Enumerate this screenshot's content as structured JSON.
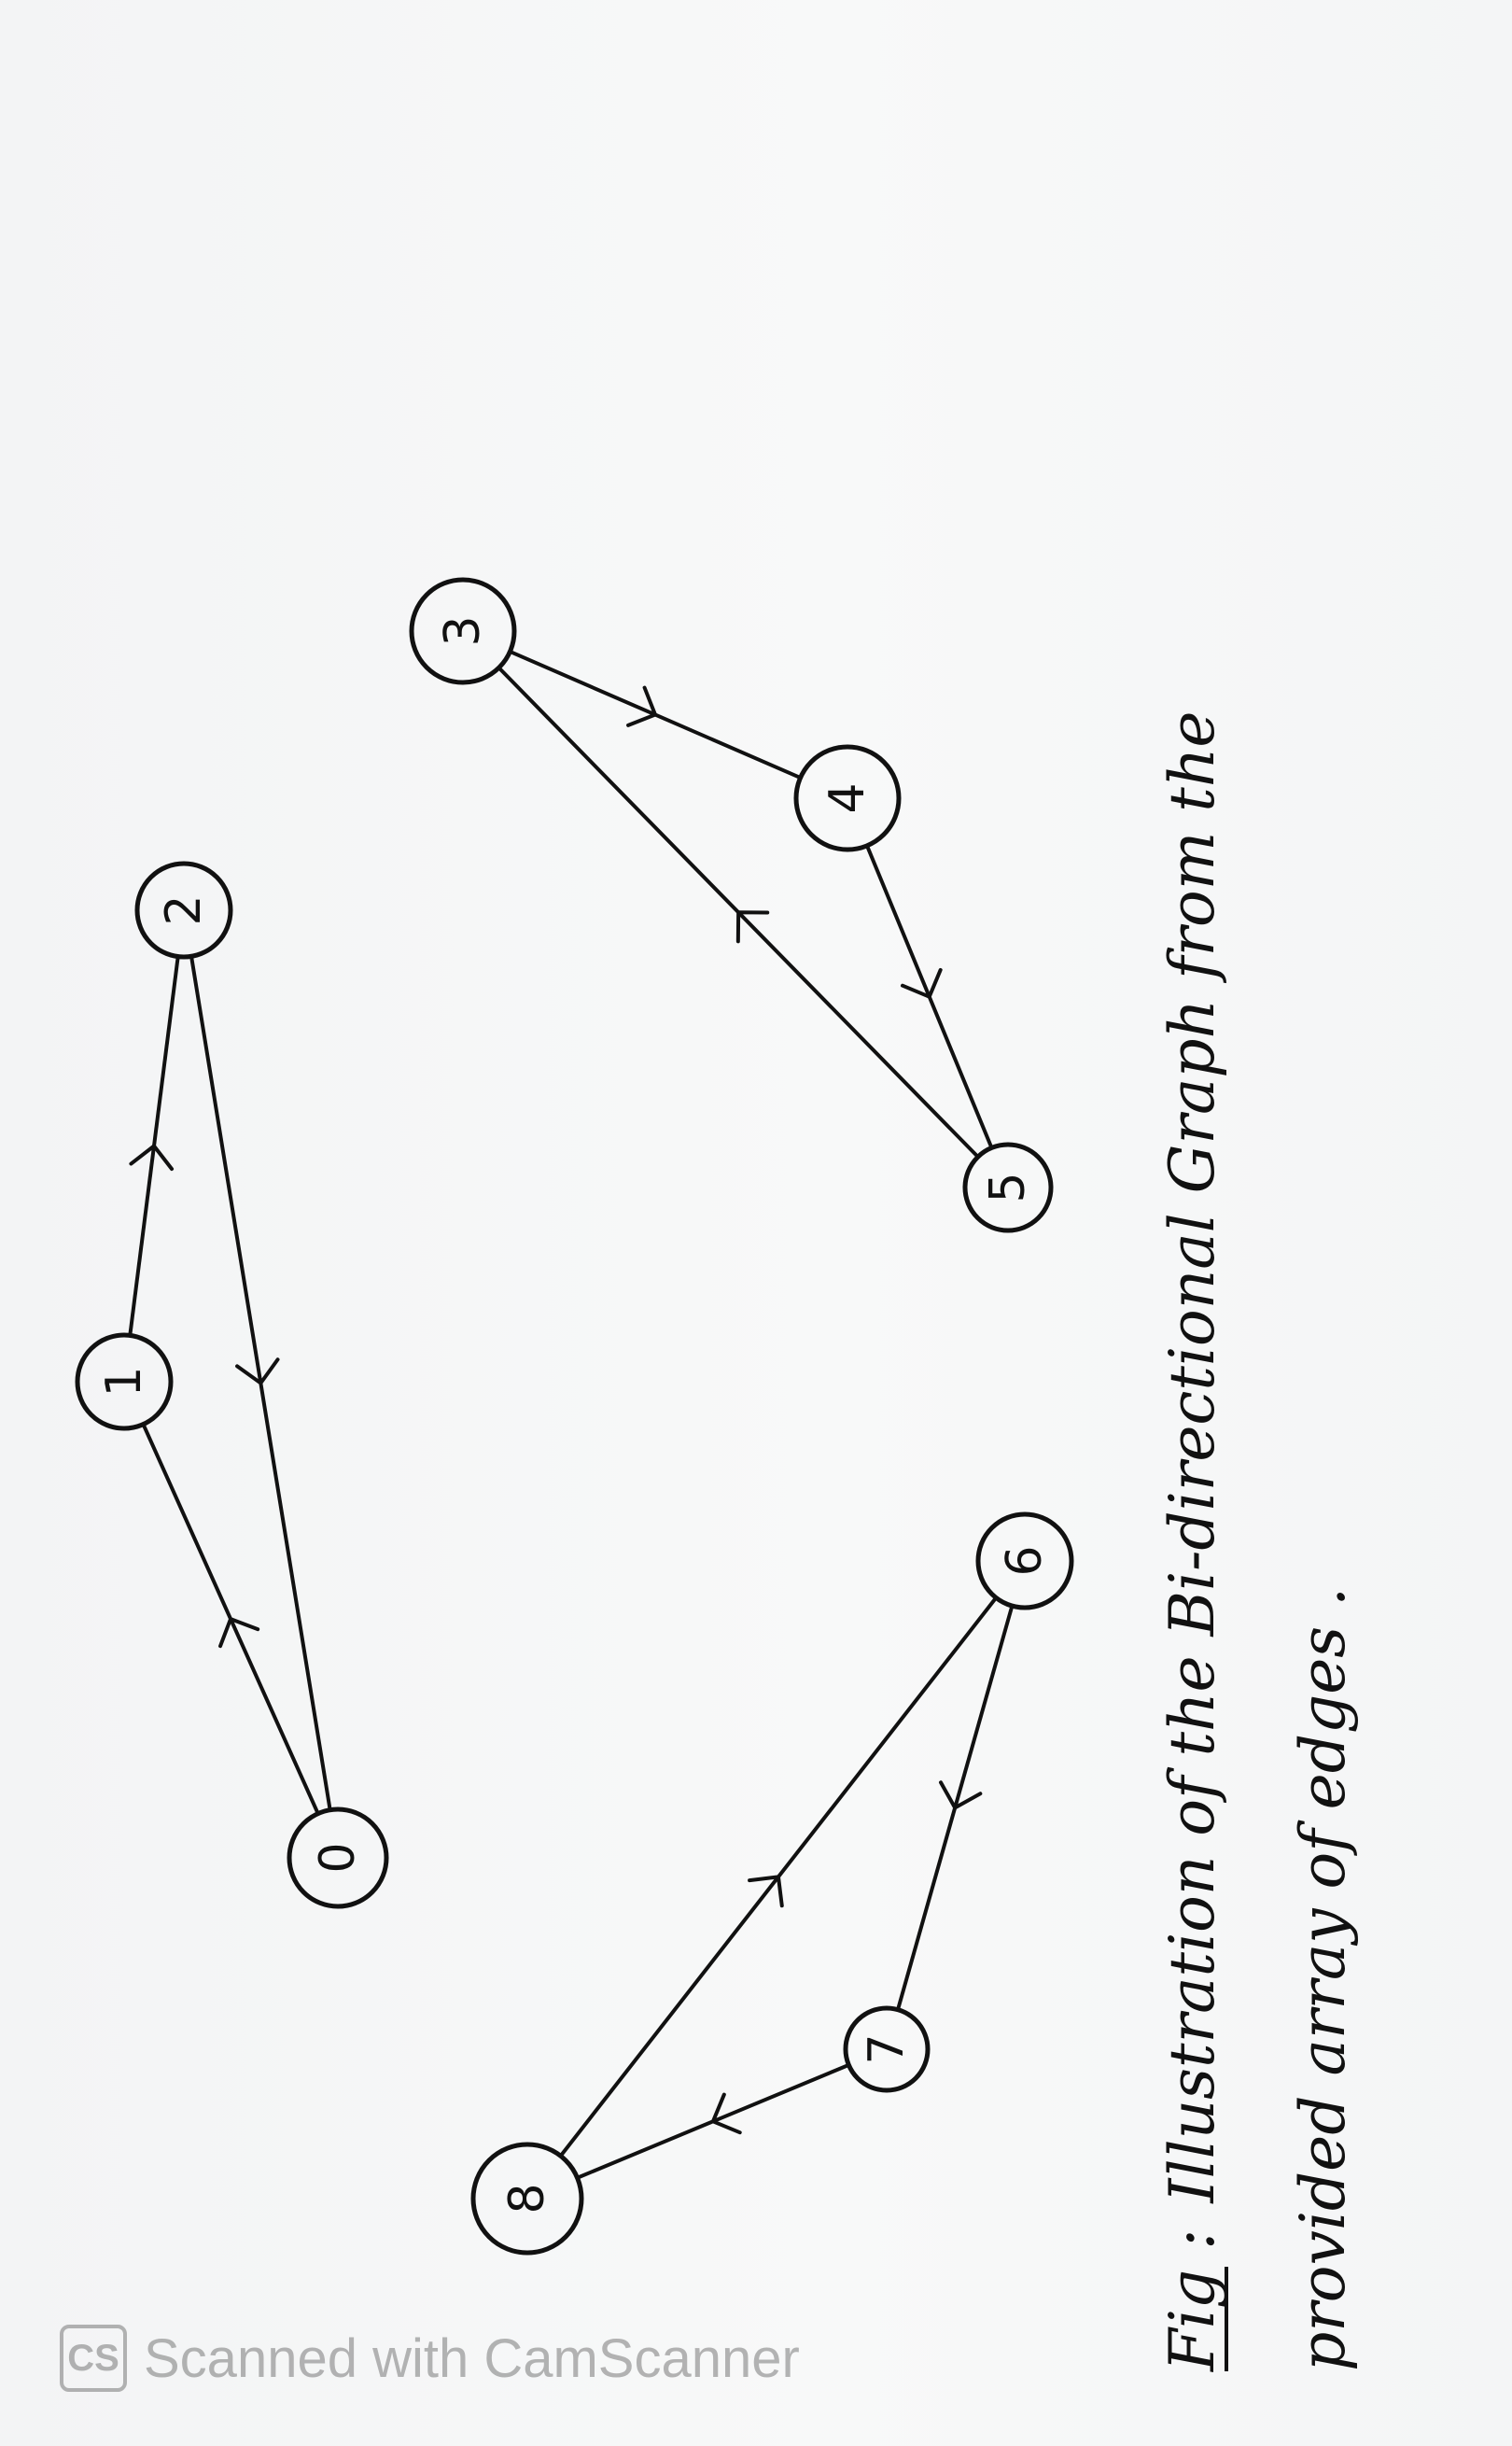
{
  "diagram": {
    "nodes": [
      {
        "id": "0",
        "label": "0"
      },
      {
        "id": "1",
        "label": "1"
      },
      {
        "id": "2",
        "label": "2"
      },
      {
        "id": "3",
        "label": "3"
      },
      {
        "id": "4",
        "label": "4"
      },
      {
        "id": "5",
        "label": "5"
      },
      {
        "id": "6",
        "label": "6"
      },
      {
        "id": "7",
        "label": "7"
      },
      {
        "id": "8",
        "label": "8"
      }
    ],
    "edges": [
      {
        "from": "0",
        "to": "1"
      },
      {
        "from": "1",
        "to": "2"
      },
      {
        "from": "2",
        "to": "0"
      },
      {
        "from": "3",
        "to": "4"
      },
      {
        "from": "4",
        "to": "5"
      },
      {
        "from": "5",
        "to": "3"
      },
      {
        "from": "6",
        "to": "7"
      },
      {
        "from": "7",
        "to": "8"
      },
      {
        "from": "8",
        "to": "6"
      }
    ]
  },
  "caption": {
    "prefix": "Fig :",
    "line1": "Illustration of the Bi-directional Graph from the",
    "line2": "provided array of edges ."
  },
  "watermark": {
    "logo": "CS",
    "text": "Scanned with CamScanner"
  }
}
